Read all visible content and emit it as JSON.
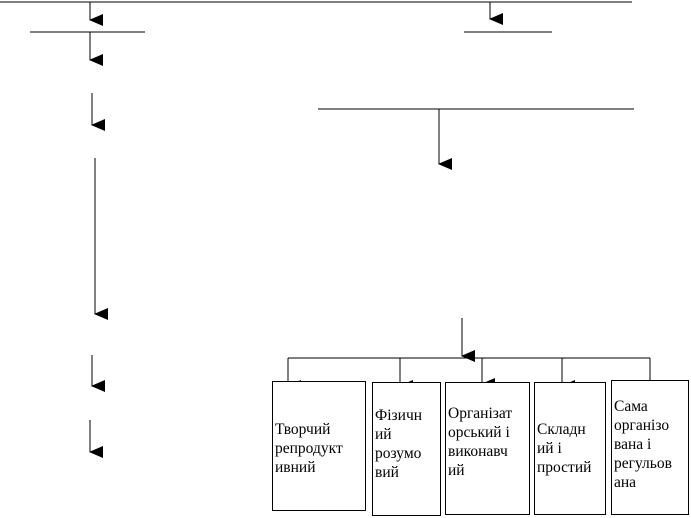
{
  "diagram": {
    "line_color": "#000000",
    "boxes": [
      {
        "id": "creative",
        "lines": [
          "Творчий",
          "репродукт",
          "ивний"
        ]
      },
      {
        "id": "physical",
        "lines": [
          "Фізичн",
          "ий",
          "розумо",
          "вий"
        ]
      },
      {
        "id": "organizational",
        "lines": [
          "Організат",
          "орський і",
          "виконавч",
          "ий"
        ]
      },
      {
        "id": "complex",
        "lines": [
          "Складн",
          "ий і",
          "простий"
        ]
      },
      {
        "id": "self-organized",
        "lines": [
          "Сама",
          "організо",
          "вана і",
          "регульов",
          "ана"
        ]
      }
    ]
  }
}
